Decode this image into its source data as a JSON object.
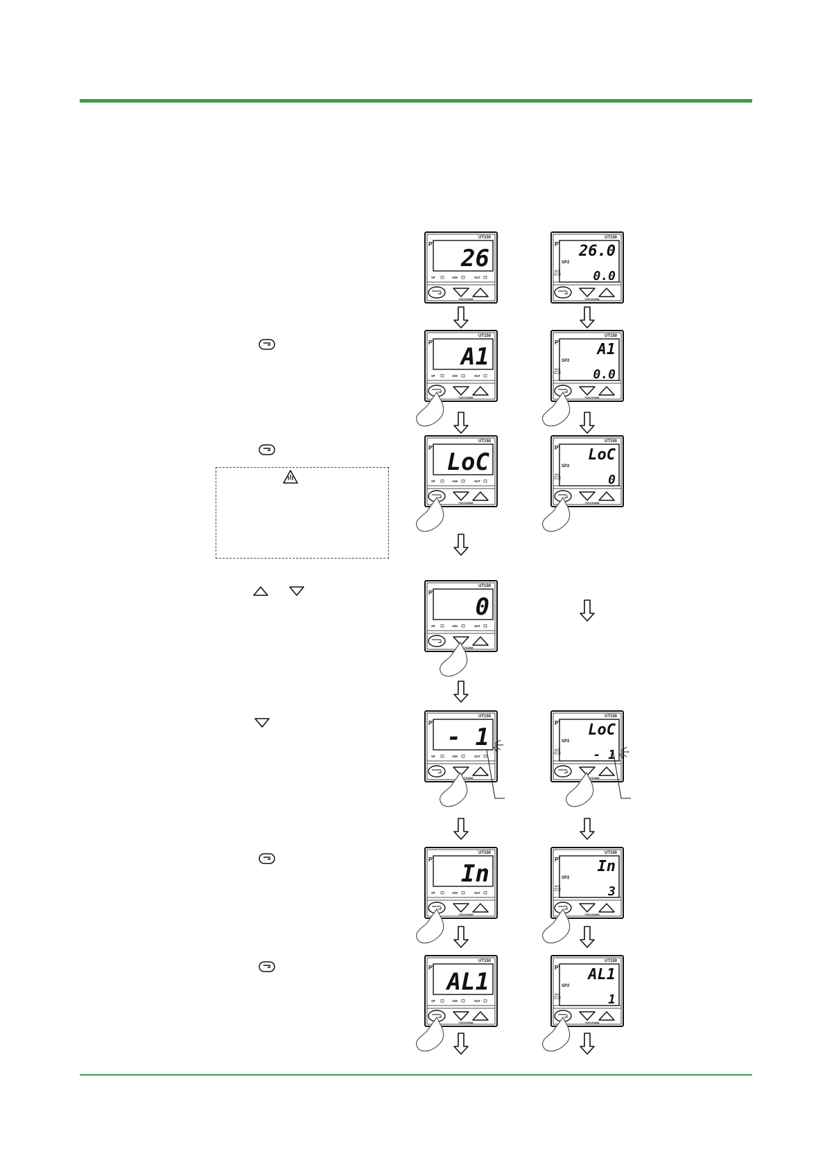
{
  "displays": {
    "left": {
      "step0": "26",
      "step1": "A1",
      "step2": "LoC",
      "step3": "0",
      "step4": "-  1",
      "step5": "In",
      "step6": "AL1"
    },
    "right": {
      "step0_pv": "26.0",
      "step0_sv": "0.0",
      "step1_pv": "A1",
      "step1_sv": "0.0",
      "step2_pv": "LoC",
      "step2_sv": "0",
      "step4_pv": "LoC",
      "step4_sv": "-  1",
      "step5_pv": "In",
      "step5_sv": "3",
      "step6_pv": "AL1",
      "step6_sv": "1"
    }
  },
  "panel_text": {
    "brand": "UT150",
    "pv": "PV",
    "sp2": "SP2",
    "al": "AL1",
    "maker": "YOKOGAWA",
    "set": "SET/ENT"
  },
  "colors": {
    "accent": "#3c9a4e",
    "ink": "#111111",
    "hand_fill": "#ffffff"
  }
}
